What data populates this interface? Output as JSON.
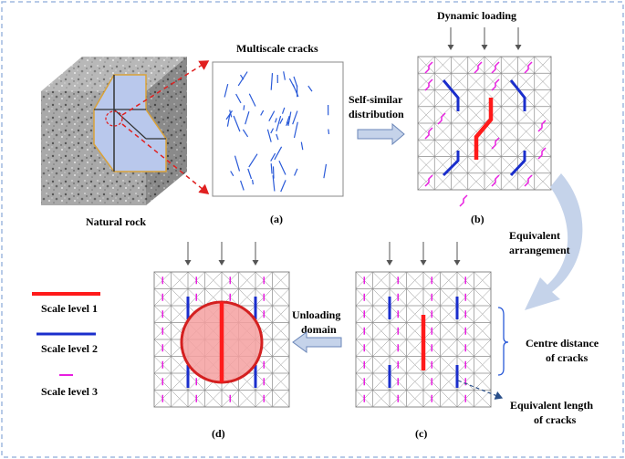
{
  "labels": {
    "natural_rock": "Natural rock",
    "multiscale_cracks": "Multiscale cracks",
    "dynamic_loading": "Dynamic loading",
    "self_similar_1": "Self-similar",
    "self_similar_2": "distribution",
    "equivalent_1": "Equivalent",
    "equivalent_2": "arrangement",
    "unloading_1": "Unloading",
    "unloading_2": "domain",
    "centre_distance_1": "Centre distance",
    "centre_distance_2": "of cracks",
    "equiv_length_1": "Equivalent length",
    "equiv_length_2": "of cracks"
  },
  "panels": {
    "a": "(a)",
    "b": "(b)",
    "c": "(c)",
    "d": "(d)"
  },
  "legend": [
    {
      "label": "Scale level 1",
      "color": "#ff1a1a"
    },
    {
      "label": "Scale level 2",
      "color": "#1a2ecc"
    },
    {
      "label": "Scale level 3",
      "color": "#e81ee0"
    }
  ],
  "colors": {
    "border": "#9fb8df",
    "grid": "#8a8a8a",
    "arrow_fill": "#c5d3ea",
    "red_dashed": "#e02020",
    "rock_face": "#a9a9a9",
    "cut_face": "#b9c8ec",
    "circle_fill": "#f4a0a0"
  }
}
